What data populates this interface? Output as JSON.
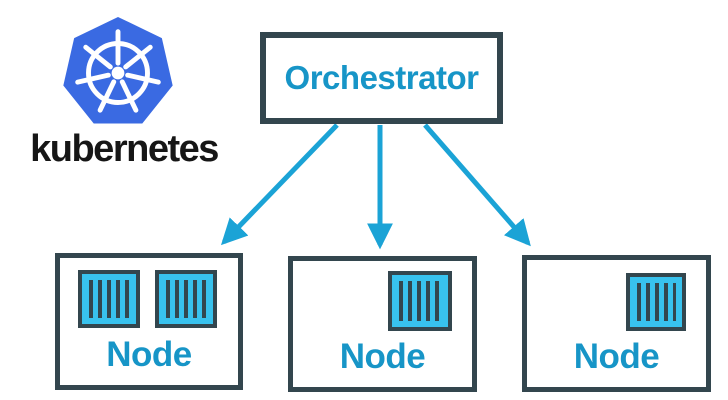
{
  "diagram": {
    "title": "Kubernetes orchestrator and nodes diagram",
    "logo": {
      "icon": "kubernetes-helm-wheel-icon",
      "wordmark": "kubernetes"
    },
    "orchestrator": {
      "label": "Orchestrator"
    },
    "nodes": [
      {
        "label": "Node",
        "container_count": 2
      },
      {
        "label": "Node",
        "container_count": 1
      },
      {
        "label": "Node",
        "container_count": 1
      }
    ],
    "arrows": {
      "count": 3,
      "from": "Orchestrator",
      "to": "Nodes"
    },
    "icons": {
      "container": "container-icon"
    },
    "colors": {
      "kubernetes_blue": "#3a6ae2",
      "accent_cyan_text": "#1795c7",
      "arrow_cyan": "#1ba3d6",
      "container_fill": "#38c2ee",
      "outline_dark": "#33464e",
      "wordmark_dark": "#161616",
      "background": "#ffffff"
    }
  }
}
